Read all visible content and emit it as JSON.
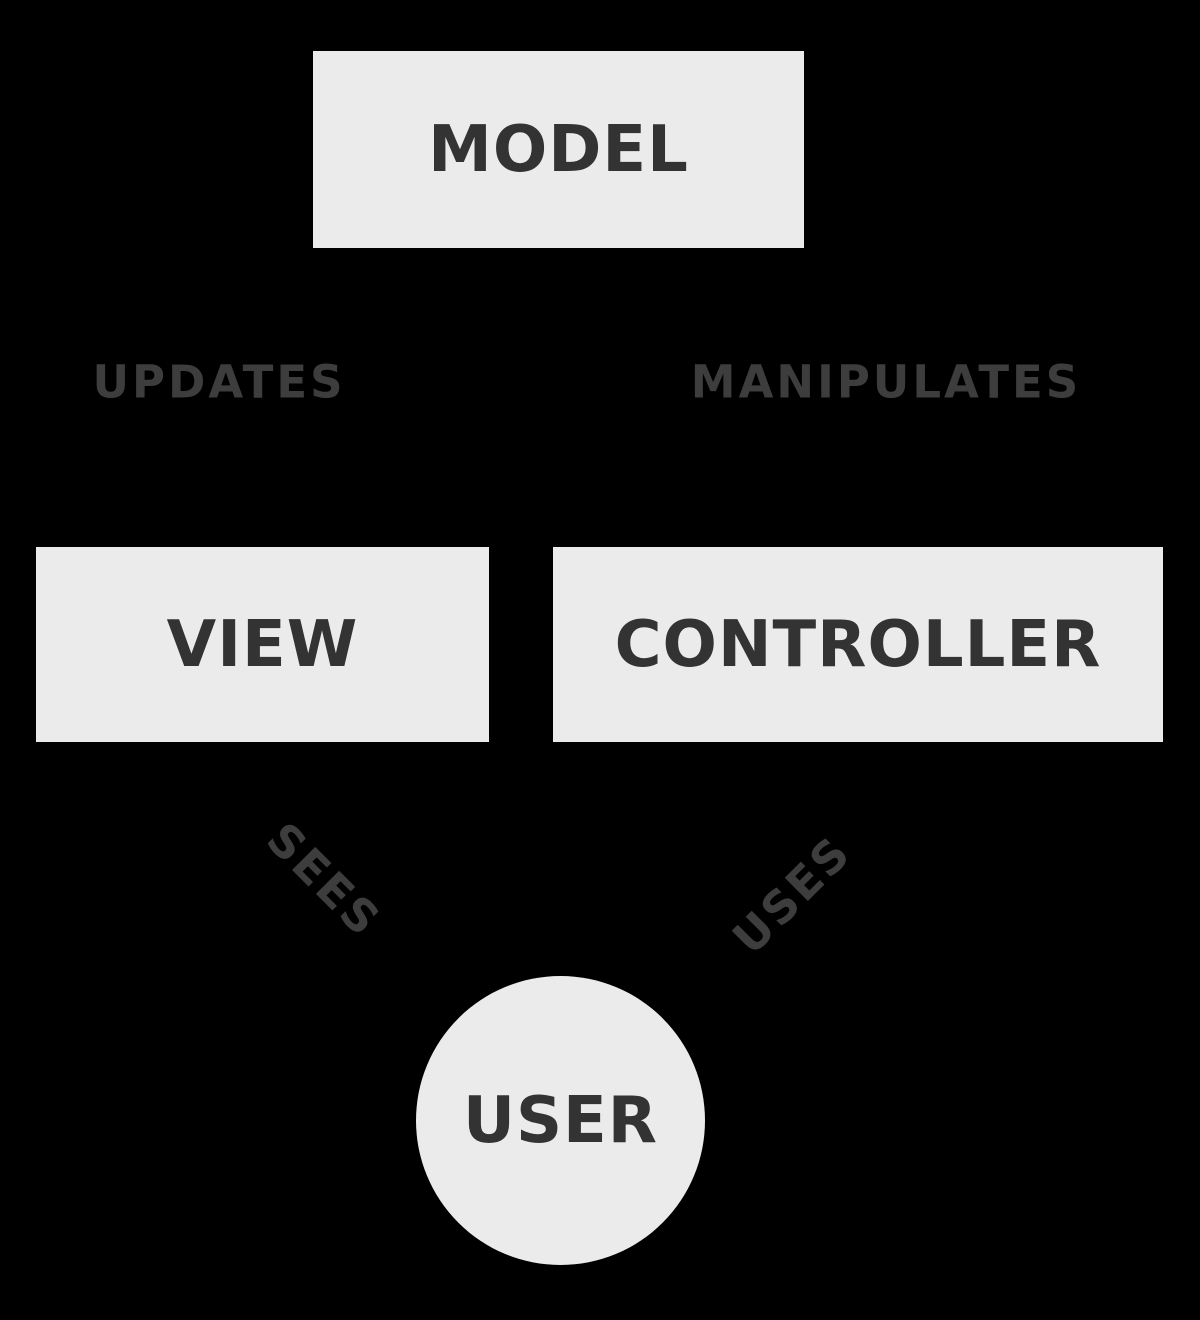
{
  "colors": {
    "background": "#000000",
    "node_fill": "#ebebeb",
    "node_text": "#333333",
    "edge_label_text": "#3d3d3d"
  },
  "nodes": {
    "model": {
      "label": "MODEL",
      "shape": "rectangle"
    },
    "view": {
      "label": "VIEW",
      "shape": "rectangle"
    },
    "controller": {
      "label": "CONTROLLER",
      "shape": "rectangle"
    },
    "user": {
      "label": "USER",
      "shape": "circle"
    }
  },
  "edge_labels": {
    "updates": {
      "label": "UPDATES",
      "rotation_deg": 0
    },
    "manipulates": {
      "label": "MANIPULATES",
      "rotation_deg": 0
    },
    "sees": {
      "label": "SEES",
      "rotation_deg": 45
    },
    "uses": {
      "label": "USES",
      "rotation_deg": -45
    }
  }
}
